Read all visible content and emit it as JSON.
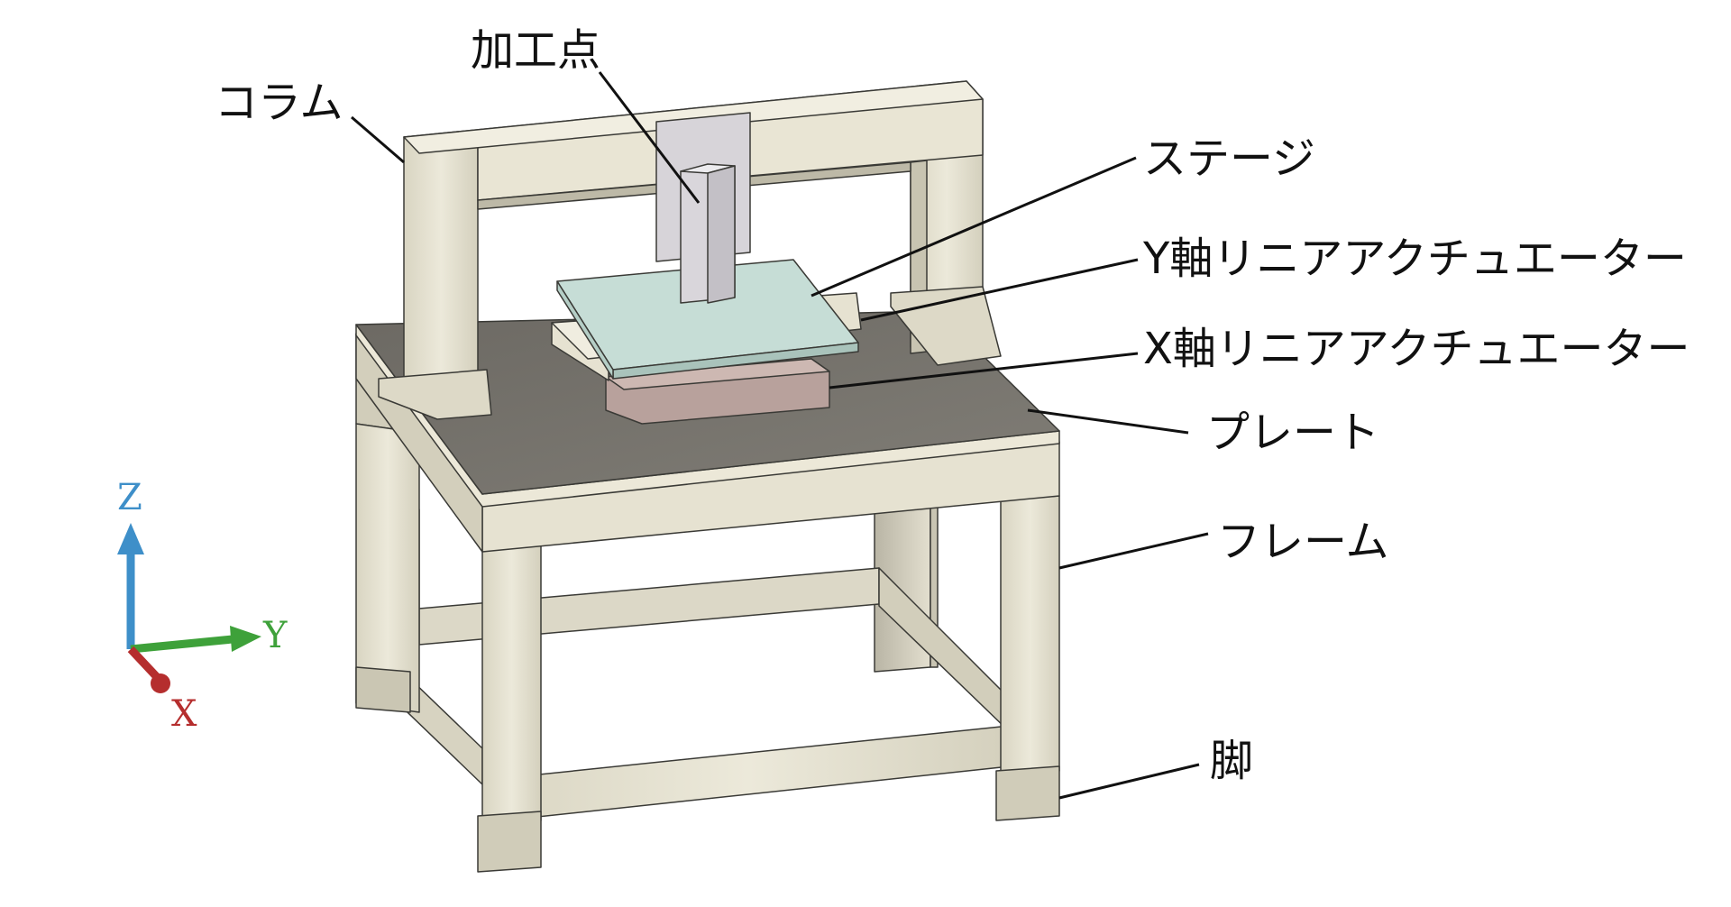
{
  "labels": {
    "processing_point": "加工点",
    "column": "コラム",
    "stage": "ステージ",
    "y_actuator": "Y軸リニアアクチュエーター",
    "x_actuator": "X軸リニアアクチュエーター",
    "plate": "プレート",
    "frame": "フレーム",
    "leg": "脚"
  },
  "axes": {
    "z": "Z",
    "y": "Y",
    "x": "X"
  },
  "colors": {
    "frame": "#e8e4d4",
    "plate": "#77746d",
    "stage": "#c6ddd6",
    "x_actuator": "#b59e99",
    "processing_head": "#d6d3d8",
    "z_axis": "#3e8fc9",
    "y_axis": "#3ea13a",
    "x_axis": "#b52e2e"
  }
}
